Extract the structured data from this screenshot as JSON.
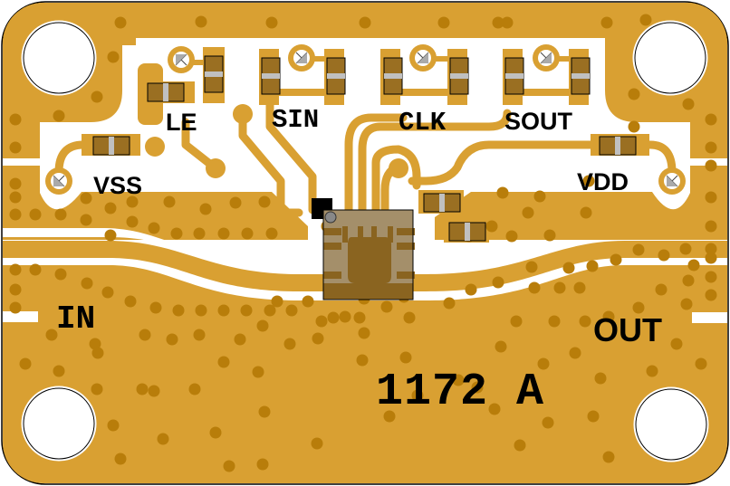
{
  "board": {
    "part_number": "1172 A",
    "colors": {
      "copper": "#D9A032",
      "via": "#B87D0A",
      "substrate": "#FFFFFF",
      "component_body": "#9A6F22",
      "component_band": "#C0C0C0",
      "chip_body": "#8A6420",
      "chip_lead": "#C4C4C4",
      "outline": "#000000"
    }
  },
  "labels": {
    "le": "LE",
    "sin": "SIN",
    "clk": "CLK",
    "sout": "SOUT",
    "vss": "VSS",
    "vdd": "VDD",
    "in": "IN",
    "out": "OUT",
    "part": "1172 A"
  }
}
